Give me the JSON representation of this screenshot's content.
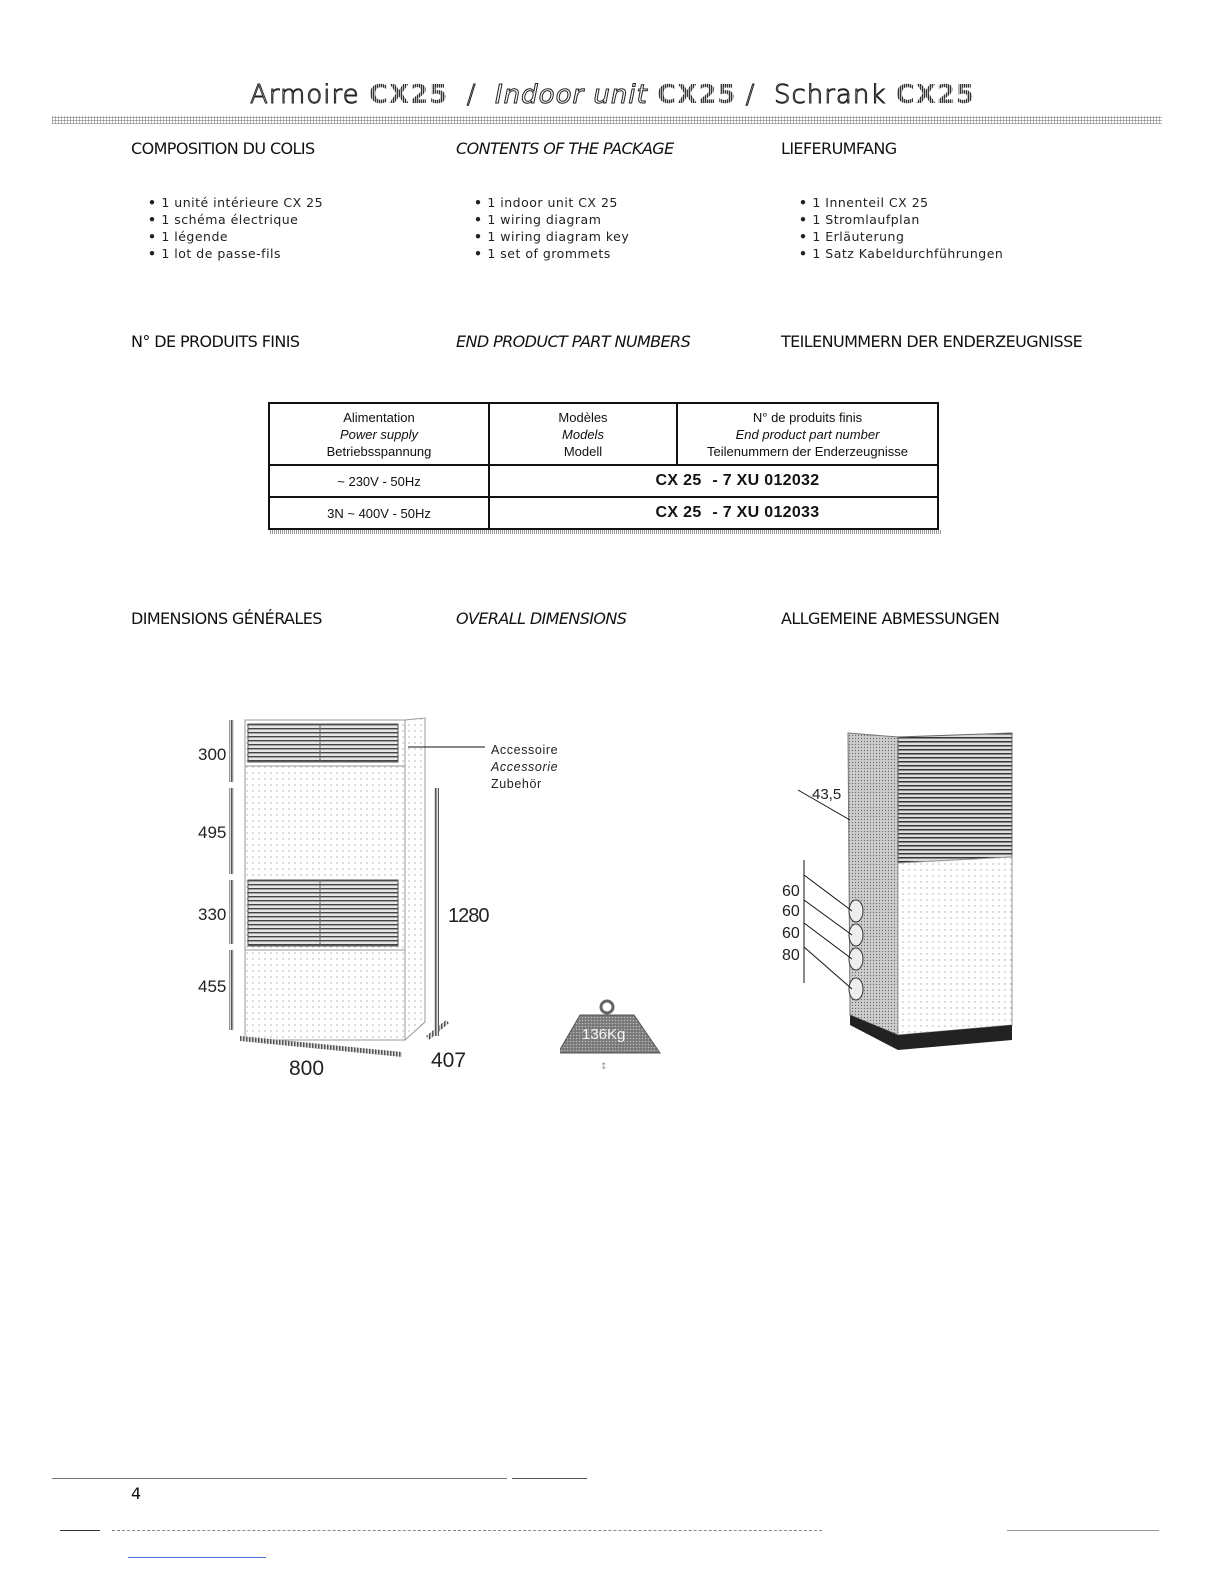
{
  "header": {
    "title_fr": "Armoire",
    "model": "CX25",
    "title_en": "Indoor unit",
    "title_de": "Schrank",
    "sep": "/"
  },
  "sections": {
    "composition": {
      "fr": "COMPOSITION DU COLIS",
      "en": "CONTENTS OF THE PACKAGE",
      "de": "LIEFERUMFANG"
    },
    "part_numbers": {
      "fr": "N° DE PRODUITS FINIS",
      "en": "END PRODUCT PART NUMBERS",
      "de": "TEILENUMMERN DER ENDERZEUGNISSE"
    },
    "dimensions": {
      "fr": "DIMENSIONS GÉNÉRALES",
      "en": "OVERALL DIMENSIONS",
      "de": "ALLGEMEINE ABMESSUNGEN"
    }
  },
  "lists": {
    "fr": [
      "1 unité intérieure CX 25",
      "1 schéma électrique",
      "1 légende",
      "1 lot de passe-fils"
    ],
    "en": [
      "1 indoor unit CX 25",
      "1 wiring diagram",
      "1 wiring diagram key",
      "1 set of grommets"
    ],
    "de": [
      "1 Innenteil CX 25",
      "1 Stromlaufplan",
      "1 Erläuterung",
      "1 Satz Kabeldurchführungen"
    ]
  },
  "table": {
    "headers": {
      "supply": [
        "Alimentation",
        "Power supply",
        "Betriebsspannung"
      ],
      "models": [
        "Modèles",
        "Models",
        "Modell"
      ],
      "part": [
        "N° de produits finis",
        "End product part number",
        "Teilenummern der Enderzeugnisse"
      ]
    },
    "rows": [
      {
        "supply": "~ 230V - 50Hz",
        "model": "CX 25",
        "part": "- 7 XU 012032"
      },
      {
        "supply": "3N ~ 400V - 50Hz",
        "model": "CX 25",
        "part": "- 7 XU 012033"
      }
    ]
  },
  "drawing": {
    "heights": [
      "300",
      "495",
      "330",
      "455"
    ],
    "total_height": "1280",
    "width": "800",
    "depth": "407",
    "accessory": [
      "Accessoire",
      "Accessorie",
      "Zubehör"
    ],
    "weight": "136Kg",
    "side_offset": "43,5",
    "hole_spacing": [
      "60",
      "60",
      "60",
      "80"
    ]
  },
  "footer": {
    "page": "4"
  }
}
